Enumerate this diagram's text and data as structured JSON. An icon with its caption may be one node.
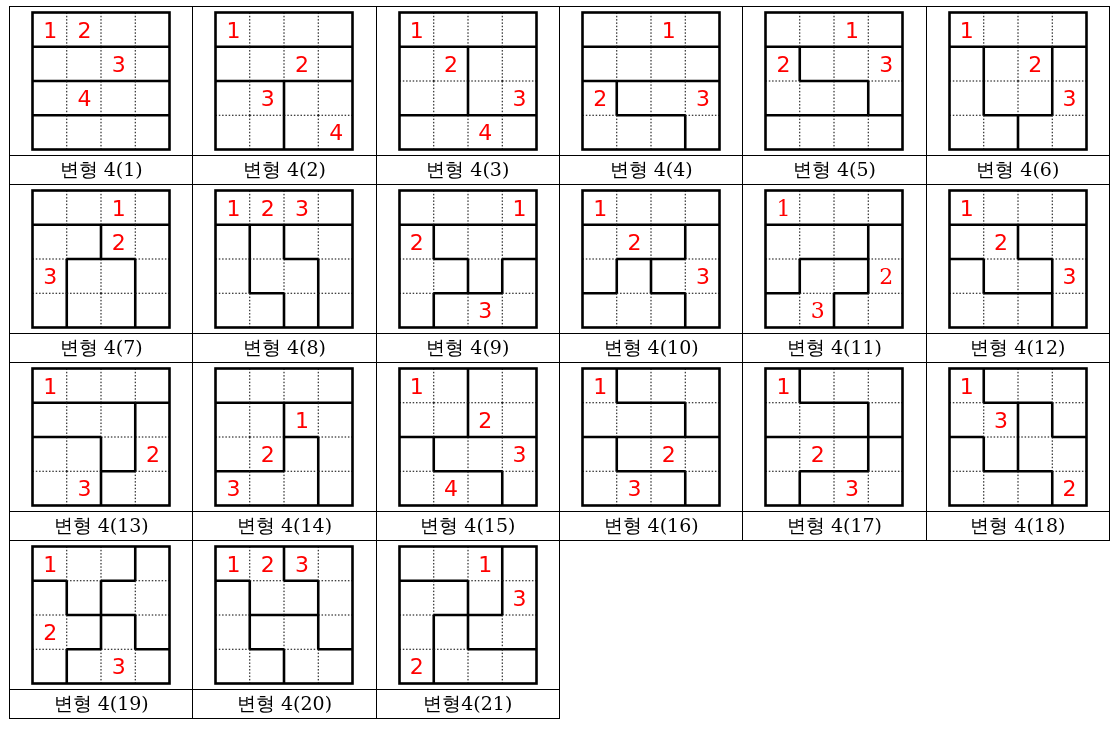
{
  "diagram": {
    "nodes": [
      {
        "text": [
          "1",
          "2",
          "3",
          "4"
        ],
        "beside": [
          "변형 4(1)"
        ]
      },
      {
        "text": [
          "1",
          "2",
          "3",
          "4"
        ],
        "beside": [
          "변형 4(2)"
        ]
      },
      {
        "text": [
          "1",
          "2",
          "3",
          "4"
        ],
        "beside": [
          "변형 4(3)"
        ]
      },
      {
        "text": [
          "1",
          "2",
          "3"
        ],
        "beside": [
          "변형 4(4)"
        ]
      },
      {
        "text": [
          "1",
          "2",
          "3"
        ],
        "beside": [
          "변형 4(5)"
        ]
      },
      {
        "text": [
          "1",
          "2",
          "3"
        ],
        "beside": [
          "변형 4(6)"
        ]
      },
      {
        "text": [
          "1",
          "2",
          "3"
        ],
        "beside": [
          "변형 4(7)"
        ]
      },
      {
        "text": [
          "1",
          "2",
          "3"
        ],
        "beside": [
          "변형 4(8)"
        ]
      },
      {
        "text": [
          "1",
          "2",
          "3"
        ],
        "beside": [
          "변형 4(9)"
        ]
      },
      {
        "text": [
          "1",
          "2",
          "3"
        ],
        "beside": [
          "변형 4(10)"
        ]
      },
      {
        "text": [
          "1",
          "2",
          "3"
        ],
        "beside": [
          "변형 4(11)"
        ]
      },
      {
        "text": [
          "1",
          "2",
          "3"
        ],
        "beside": [
          "변형 4(12)"
        ]
      },
      {
        "text": [
          "1",
          "2",
          "3"
        ],
        "beside": [
          "변형 4(13)"
        ]
      },
      {
        "text": [
          "1",
          "2",
          "3"
        ],
        "beside": [
          "변형 4(14)"
        ]
      },
      {
        "text": [
          "1",
          "2",
          "3",
          "4"
        ],
        "beside": [
          "변형 4(15)"
        ]
      },
      {
        "text": [
          "1",
          "2",
          "3"
        ],
        "beside": [
          "변형 4(16)"
        ]
      },
      {
        "text": [
          "1",
          "2",
          "3"
        ],
        "beside": [
          "변형 4(17)"
        ]
      },
      {
        "text": [
          "1",
          "3",
          "2"
        ],
        "beside": [
          "변형 4(18)"
        ]
      },
      {
        "text": [
          "1",
          "2",
          "3"
        ],
        "beside": [
          "변형 4(19)"
        ]
      },
      {
        "text": [
          "1",
          "2",
          "3"
        ],
        "beside": [
          "변형 4(20)"
        ]
      },
      {
        "text": [
          "1",
          "3",
          "2"
        ],
        "beside": [
          "변형4(21)"
        ]
      }
    ]
  }
}
